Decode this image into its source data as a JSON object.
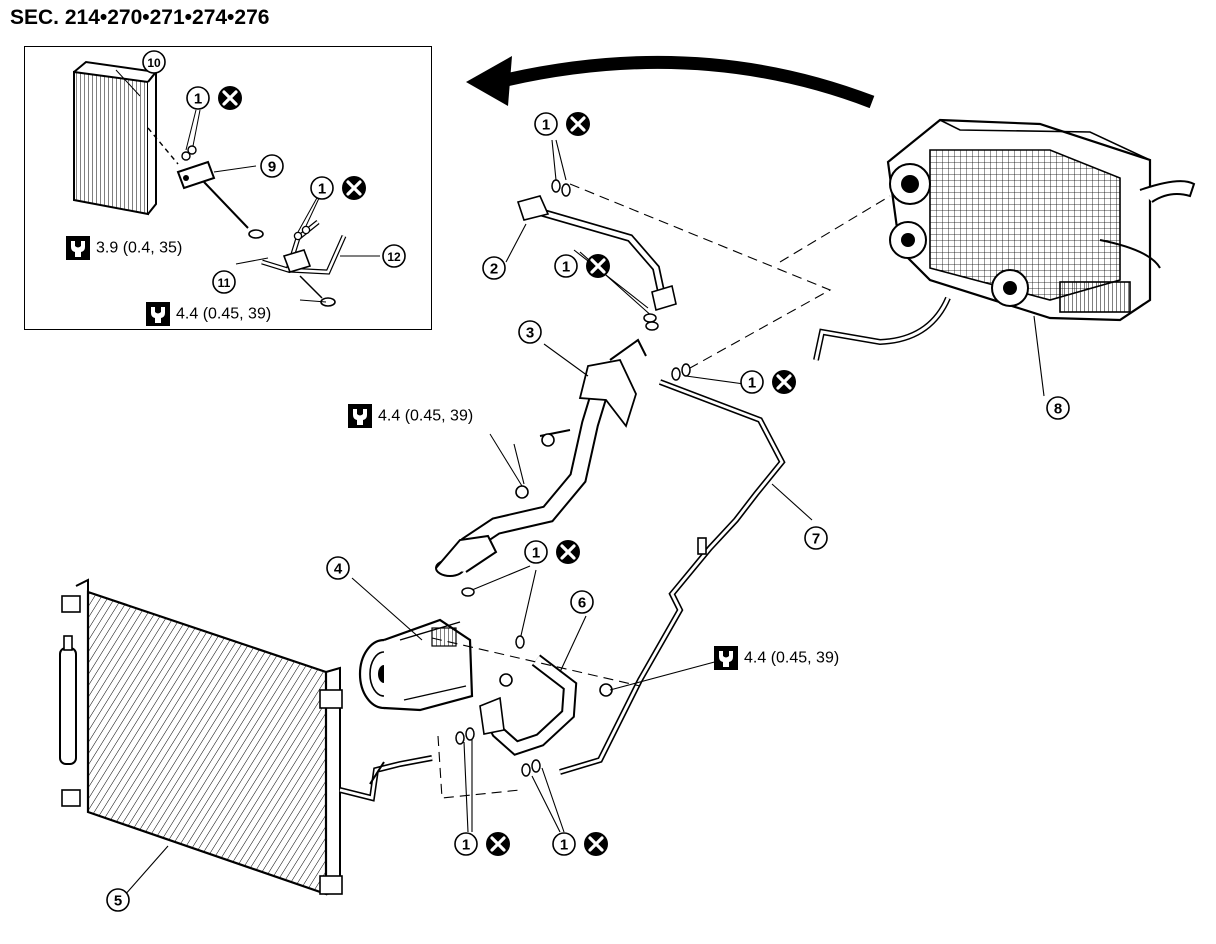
{
  "section_title": "SEC. 214•270•271•274•276",
  "callouts": {
    "c1": "1",
    "c2": "2",
    "c3": "3",
    "c4": "4",
    "c5": "5",
    "c6": "6",
    "c7": "7",
    "c8": "8",
    "c9": "9",
    "c10": "10",
    "c11": "11",
    "c12": "12"
  },
  "torque_specs": {
    "t_inset_block": "3.9 (0.4, 35)",
    "t_inset_bracket": "4.4 (0.45, 39)",
    "t_mid": "4.4 (0.45, 39)",
    "t_right": "4.4 (0.45, 39)"
  },
  "icons": [
    "torque-wrench-icon",
    "do-not-reuse-x-icon",
    "arrow-icon"
  ]
}
